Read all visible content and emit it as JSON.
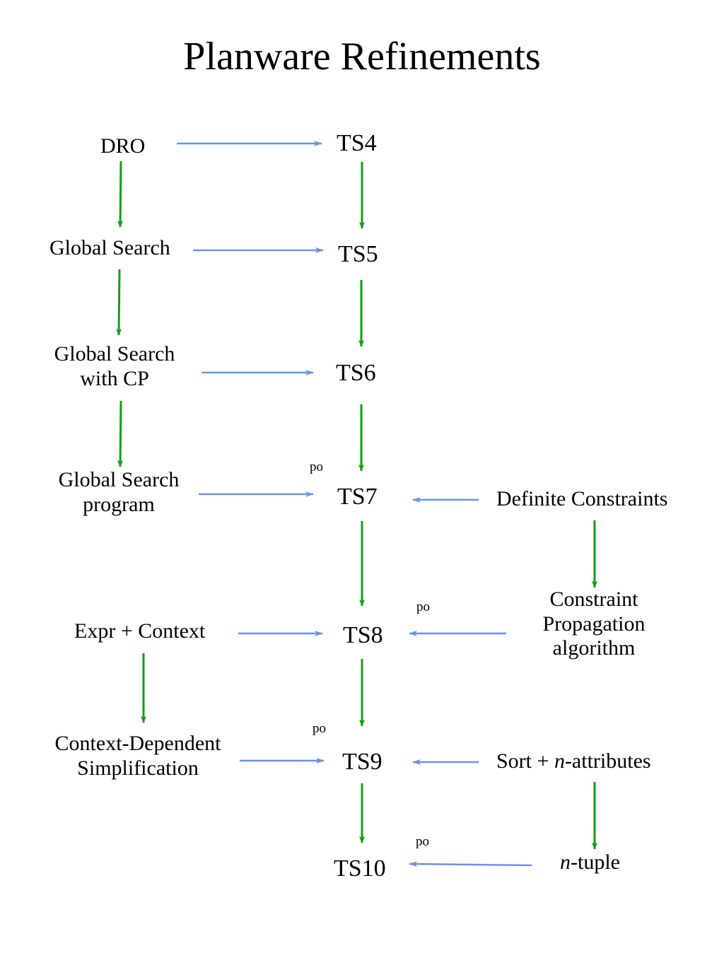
{
  "title": "Planware Refinements",
  "colors": {
    "composition_arrow": "#6b93e6",
    "refinement_arrow": "#12a012",
    "text": "#000000",
    "background": "#ffffff"
  },
  "specs": {
    "ts4": "TS4",
    "ts5": "TS5",
    "ts6": "TS6",
    "ts7": "TS7",
    "ts8": "TS8",
    "ts9": "TS9",
    "ts10": "TS10"
  },
  "left": {
    "dro": "DRO",
    "global_search": "Global Search",
    "gs_cp": [
      "Global Search",
      "with CP"
    ],
    "gs_program": [
      "Global Search",
      "program"
    ],
    "expr_context": "Expr + Context",
    "cds": [
      "Context-Dependent",
      "Simplification"
    ]
  },
  "right": {
    "definite_constraints": "Definite Constraints",
    "cp_algorithm": [
      "Constraint",
      "Propagation",
      "algorithm"
    ],
    "sort_attrs": {
      "prefix": "Sort + ",
      "italic": "n",
      "suffix": "-attributes"
    },
    "ntuple": {
      "italic": "n",
      "suffix": "-tuple"
    }
  },
  "po_label": "po"
}
